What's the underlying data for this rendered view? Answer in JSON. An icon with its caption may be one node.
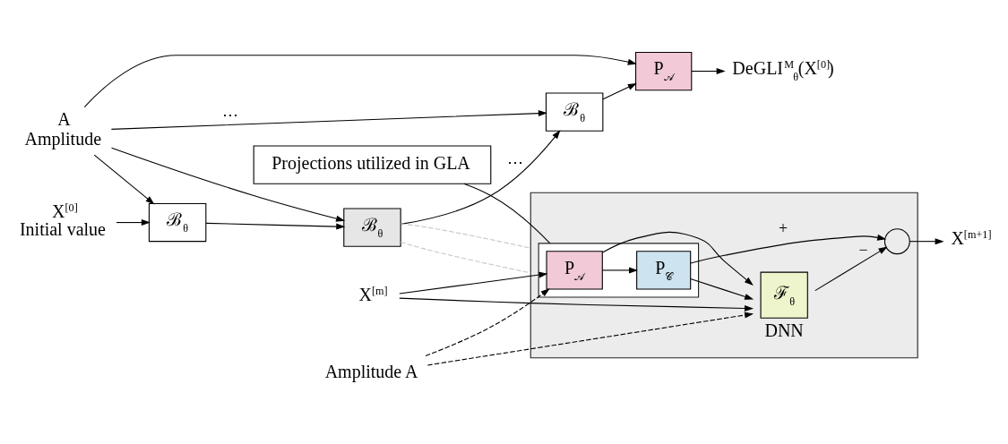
{
  "diagram": {
    "nodes": [
      {
        "text": [
          "A",
          "Amplitude"
        ]
      },
      {
        "text": [
          "X$^{[0]}$",
          "Initial value"
        ]
      },
      {
        "text": [
          "ℬ$_{θ}$"
        ]
      },
      {
        "text": [
          "ℬ$_{θ}$"
        ]
      },
      {
        "text": [
          "ℬ$_{θ}$"
        ]
      },
      {
        "text": [
          "P$_{𝒜}$"
        ]
      },
      {
        "text": [
          "DeGLI$^{M}$$_{θ}$(X$^{[0]}$)"
        ]
      },
      {
        "text": [],
        "shape": "box"
      },
      {
        "text": [
          "Amplitude A"
        ]
      },
      {
        "text": [
          "X$^{[m]}$"
        ]
      },
      {
        "text": [],
        "shape": "box",
        "in": 7
      },
      {
        "text": [
          "P$_{𝒜}$"
        ],
        "in": 10
      },
      {
        "text": [
          "P$_{𝒞}$"
        ],
        "in": 10
      },
      {
        "text": [],
        "shape": "circle",
        "in": 7
      },
      {
        "text": [
          "ℱ$_{θ}$"
        ],
        "beside": [
          "DNN"
        ],
        "in": 7
      },
      {
        "text": [
          "X$^{[m+1]}$"
        ]
      },
      {
        "text": [
          "Projections utilized in GLA"
        ]
      }
    ],
    "edges": [
      {
        "from": 0,
        "to": 2,
        "arrow": "to"
      },
      {
        "from": 0,
        "to": 3,
        "arrow": "to"
      },
      {
        "from": 0,
        "to": 4,
        "arrow": "to",
        "label": "⋯"
      },
      {
        "from": 0,
        "to": 5,
        "arrow": "to"
      },
      {
        "from": 1,
        "to": 2,
        "arrow": "to"
      },
      {
        "from": 2,
        "to": 3,
        "arrow": "to"
      },
      {
        "from": 3,
        "to": 4,
        "arrow": "to",
        "label": "⋯"
      },
      {
        "from": 4,
        "to": 5,
        "arrow": "to"
      },
      {
        "from": 5,
        "to": 6,
        "arrow": "to"
      },
      {
        "from": 3,
        "to": 7,
        "arrow": "none",
        "style": "dashed",
        "color": "#c8c8c8"
      },
      {
        "from": 3,
        "to": 7,
        "arrow": "none",
        "style": "dashed",
        "color": "#c8c8c8"
      },
      {
        "from": 8,
        "to": 11,
        "arrow": "to",
        "style": "dashed"
      },
      {
        "from": 8,
        "to": 14,
        "arrow": "to",
        "style": "dashed"
      },
      {
        "from": 9,
        "to": 11,
        "arrow": "to"
      },
      {
        "from": 9,
        "to": 14,
        "arrow": "to"
      },
      {
        "from": 11,
        "to": 12,
        "arrow": "to"
      },
      {
        "from": 11,
        "to": 14,
        "arrow": "to"
      },
      {
        "from": 12,
        "to": 13,
        "arrow": "to",
        "label": "+"
      },
      {
        "from": 12,
        "to": 14,
        "arrow": "to"
      },
      {
        "from": 14,
        "to": 13,
        "arrow": "to",
        "label": "−"
      },
      {
        "from": 13,
        "to": 15,
        "arrow": "to"
      },
      {
        "from": 16,
        "to": 10,
        "arrow": "none"
      }
    ]
  }
}
